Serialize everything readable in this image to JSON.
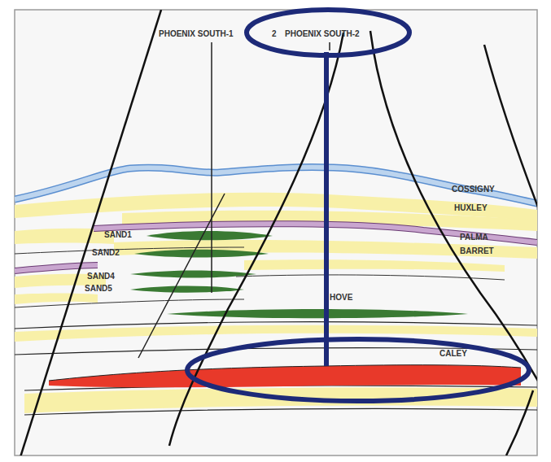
{
  "diagram": {
    "labels": [
      "PHOENIX SOUTH-1",
      "2",
      "PHOENIX SOUTH-2",
      "COSSIGNY",
      "HUXLEY",
      "PALMA",
      "BARRET",
      "SAND1",
      "SAND2",
      "SAND4",
      "SAND5",
      "HOVE",
      "CALEY"
    ]
  }
}
